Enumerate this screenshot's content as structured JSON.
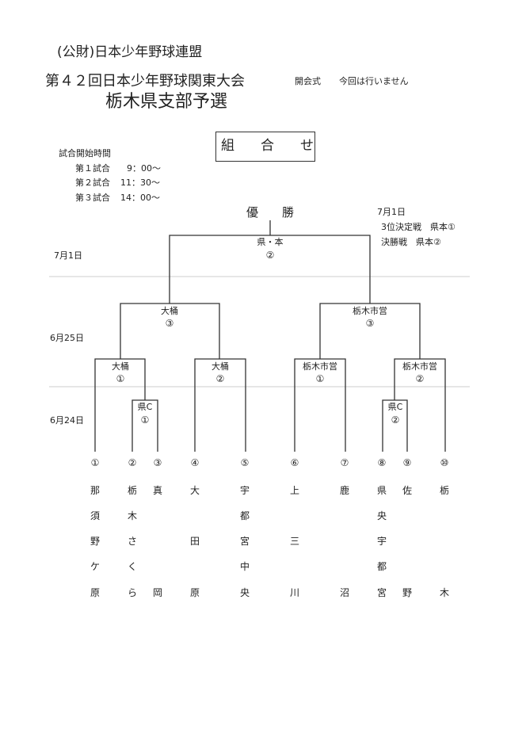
{
  "header": {
    "org": "(公財)日本少年野球連盟",
    "tournament": "第４２回日本少年野球関東大会",
    "subtitle": "栃木県支部予選",
    "ceremony_label": "開会式",
    "ceremony_note": "今回は行いません",
    "draw_title": [
      "組",
      "合",
      "せ"
    ]
  },
  "schedule": {
    "title": "試合開始時間",
    "games": [
      {
        "name": "第１試合",
        "time": "9：00～"
      },
      {
        "name": "第２試合",
        "time": "11：30～"
      },
      {
        "name": "第３試合",
        "time": "14：00～"
      }
    ]
  },
  "final_info": {
    "champion": "優　　勝",
    "date": "7月1日",
    "third_place": "3位決定戦　県本①",
    "final": "決勝戦　県本②"
  },
  "dates": [
    "7月1日",
    "6月25日",
    "6月24日"
  ],
  "matches": {
    "final": {
      "venue": "県・本",
      "game": "②"
    },
    "sf_left": {
      "venue": "大桶",
      "game": "③"
    },
    "sf_right": {
      "venue": "栃木市営",
      "game": "③"
    },
    "qf1": {
      "venue": "大桶",
      "game": "①"
    },
    "qf2": {
      "venue": "大桶",
      "game": "②"
    },
    "qf3": {
      "venue": "栃木市営",
      "game": "①"
    },
    "qf4": {
      "venue": "栃木市営",
      "game": "②"
    },
    "r1_left": {
      "venue": "県C",
      "game": "①"
    },
    "r1_right": {
      "venue": "県C",
      "game": "②"
    }
  },
  "teams": [
    {
      "no": "①",
      "name": [
        "那",
        "須",
        "野",
        "ケ",
        "原"
      ]
    },
    {
      "no": "②",
      "name": [
        "栃",
        "木",
        "さ",
        "く",
        "ら"
      ]
    },
    {
      "no": "③",
      "name": [
        "真",
        "",
        "",
        "",
        "岡"
      ]
    },
    {
      "no": "④",
      "name": [
        "大",
        "",
        "田",
        "",
        "原"
      ]
    },
    {
      "no": "⑤",
      "name": [
        "宇",
        "都",
        "宮",
        "中",
        "央"
      ]
    },
    {
      "no": "⑥",
      "name": [
        "上",
        "",
        "三",
        "",
        "川"
      ]
    },
    {
      "no": "⑦",
      "name": [
        "鹿",
        "",
        "",
        "",
        "沼"
      ]
    },
    {
      "no": "⑧",
      "name": [
        "県",
        "央",
        "宇",
        "都",
        "宮"
      ]
    },
    {
      "no": "⑨",
      "name": [
        "佐",
        "",
        "",
        "",
        "野"
      ]
    },
    {
      "no": "⑩",
      "name": [
        "栃",
        "",
        "",
        "",
        "木"
      ]
    }
  ]
}
